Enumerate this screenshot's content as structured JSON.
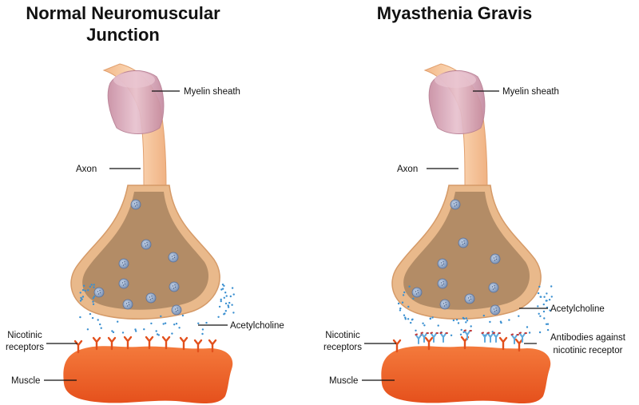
{
  "panels": [
    {
      "title_line1": "Normal Neuromuscular",
      "title_line2": "Junction",
      "labels": {
        "myelin": "Myelin sheath",
        "axon": "Axon",
        "acetylcholine": "Acetylcholine",
        "receptors_line1": "Nicotinic",
        "receptors_line2": "receptors",
        "muscle": "Muscle"
      }
    },
    {
      "title_line1": "Myasthenia Gravis",
      "labels": {
        "myelin": "Myelin sheath",
        "axon": "Axon",
        "acetylcholine": "Acetylcholine",
        "receptors_line1": "Nicotinic",
        "receptors_line2": "receptors",
        "muscle": "Muscle",
        "antibodies_line1": "Antibodies against",
        "antibodies_line2": "nicotinic receptor"
      }
    }
  ],
  "colors": {
    "axon": "#f6c8a0",
    "terminal_outer": "#e8b888",
    "terminal_inner": "#b9906a",
    "myelin": "#d9a9b8",
    "vesicle": "#8fa6c8",
    "muscle": "#f06428",
    "receptor": "#e2501c",
    "acetylcholine_dot": "#3a8fd0",
    "antibody": "#5fa9dc"
  }
}
